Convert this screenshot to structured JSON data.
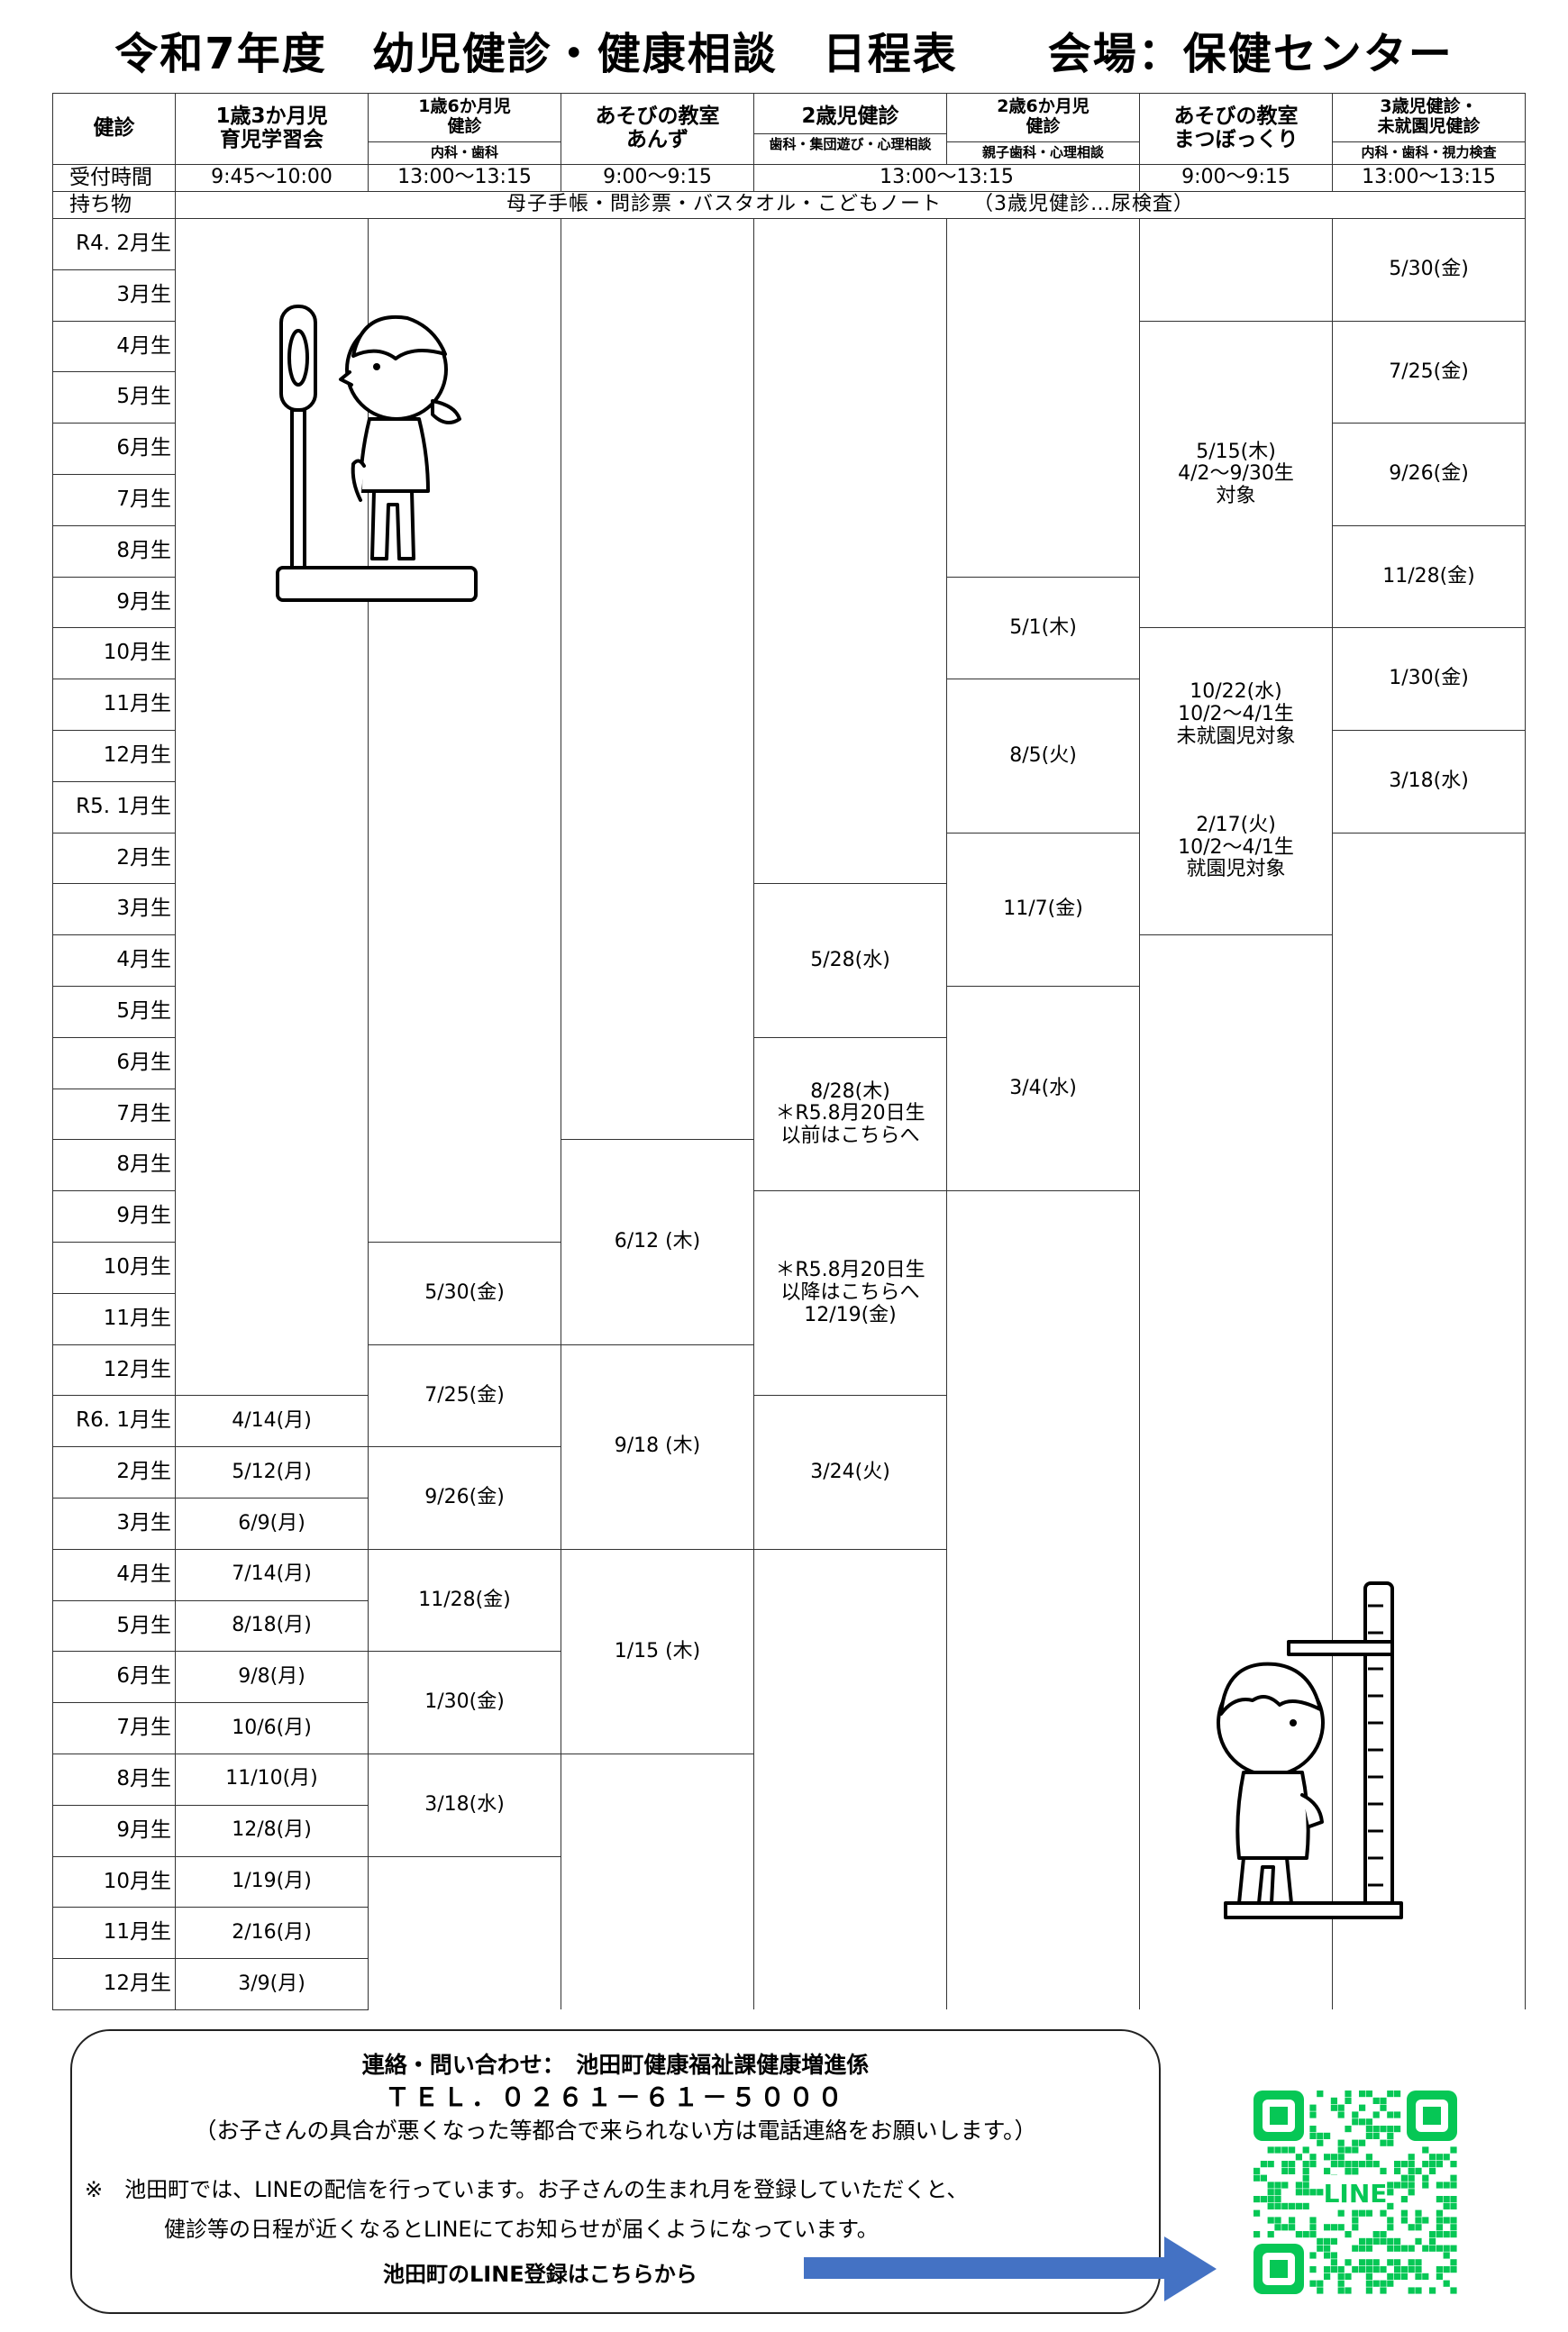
{
  "title": "令和7年度　幼児健診・健康相談　日程表　　会場：保健センター",
  "header": {
    "corner": "健診",
    "columns": [
      {
        "name": "1歳3か月児\n育児学習会",
        "sub": ""
      },
      {
        "name": "1歳6か月児\n健診",
        "sub": "内科・歯科"
      },
      {
        "name": "あそびの教室\nあんず",
        "sub": ""
      },
      {
        "name": "2歳児健診",
        "sub": "歯科・集団遊び・心理相談"
      },
      {
        "name": "2歳6か月児\n健診",
        "sub": "親子歯科・心理相談"
      },
      {
        "name": "あそびの教室\nまつぼっくり",
        "sub": ""
      },
      {
        "name": "3歳児健診・\n未就園児健診",
        "sub": "内科・歯科・視力検査"
      }
    ]
  },
  "reception": {
    "label": "受付時間",
    "times": [
      "9:45～10:00",
      "13:00～13:15",
      "9:00～9:15",
      "13:00～13:15",
      "9:00～9:15",
      "13:00～13:15"
    ]
  },
  "belongings": {
    "label": "持ち物",
    "text": "母子手帳・問診票・バスタオル・こどもノート　　（3歳児健診…尿検査）"
  },
  "rows": [
    "R4. 2月生",
    "3月生",
    "4月生",
    "5月生",
    "6月生",
    "7月生",
    "8月生",
    "9月生",
    "10月生",
    "11月生",
    "12月生",
    "R5. 1月生",
    "2月生",
    "3月生",
    "4月生",
    "5月生",
    "6月生",
    "7月生",
    "8月生",
    "9月生",
    "10月生",
    "11月生",
    "12月生",
    "R6. 1月生",
    "2月生",
    "3月生",
    "4月生",
    "5月生",
    "6月生",
    "7月生",
    "8月生",
    "9月生",
    "10月生",
    "11月生",
    "12月生"
  ],
  "col1_dates": [
    "4/14(月)",
    "5/12(月)",
    "6/9(月)",
    "7/14(月)",
    "8/18(月)",
    "9/8(月)",
    "10/6(月)",
    "11/10(月)",
    "12/8(月)",
    "1/19(月)",
    "2/16(月)",
    "3/9(月)"
  ],
  "col2_dates": [
    "5/30(金)",
    "7/25(金)",
    "9/26(金)",
    "11/28(金)",
    "1/30(金)",
    "3/18(水)"
  ],
  "col3_dates": [
    "6/12 (木)",
    "9/18 (木)",
    "1/15 (木)"
  ],
  "col4_dates": [
    "5/28(水)",
    "8/28(木)\n＊R5.8月20日生\n以前はこちらへ",
    "＊R5.8月20日生\n以降はこちらへ\n12/19(金)",
    "3/24(火)"
  ],
  "col5_dates": [
    "5/1(木)",
    "8/5(火)",
    "11/7(金)",
    "3/4(水)"
  ],
  "col6_dates": [
    "5/15(木)\n4/2～9/30生\n対象",
    "10/22(水)\n10/2～4/1生\n未就園児対象\n\n\n\n2/17(火)\n10/2～4/1生\n就園児対象"
  ],
  "col7_dates": [
    "5/30(金)",
    "7/25(金)",
    "9/26(金)",
    "11/28(金)",
    "1/30(金)",
    "3/18(水)"
  ],
  "contact": {
    "line1": "連絡・問い合わせ：　池田町健康福祉課健康増進係",
    "tel": "ＴＥＬ．０２６１－６１－５０００",
    "note": "（お子さんの具合が悪くなった等都合で来られない方は電話連絡をお願いします。）",
    "line_info1": "※　池田町では、LINEの配信を行っています。お子さんの生まれ月を登録していただくと、",
    "line_info2": "健診等の日程が近くなるとLINEにてお知らせが届くようになっています。",
    "register": "池田町のLINE登録はこちらから"
  },
  "qr_label": "LINE",
  "colors": {
    "line_green": "#06C755",
    "arrow_blue": "#4472C4"
  }
}
